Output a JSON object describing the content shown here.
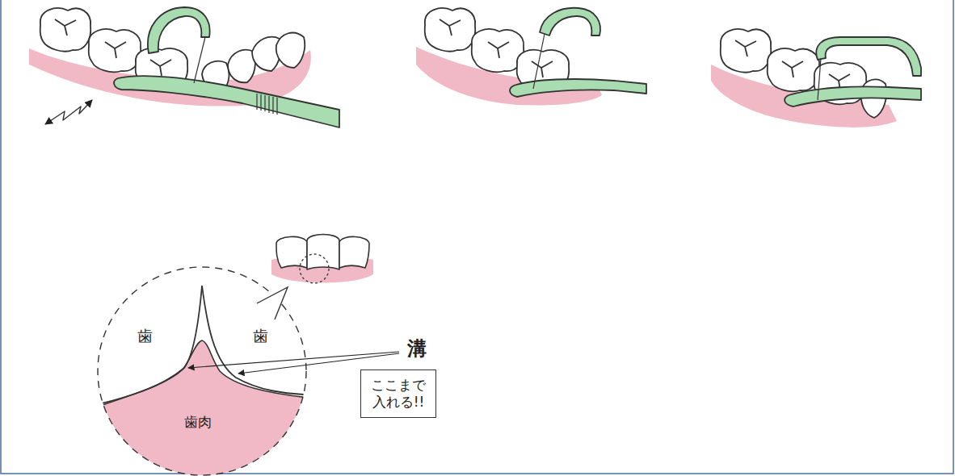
{
  "diagram": {
    "nodes": [
      {
        "text": [
          "ここまで 入れる!!"
        ]
      }
    ],
    "labels": [
      "歯",
      "歯",
      "溝",
      "歯肉"
    ]
  }
}
